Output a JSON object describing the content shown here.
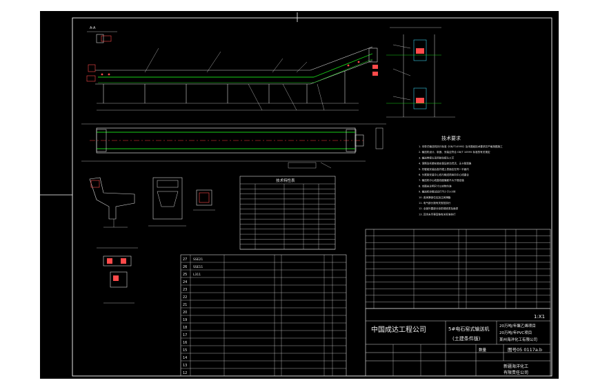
{
  "colors": {
    "background": "#000000",
    "frame": "#ffffff",
    "outer_margin": "#ffffff",
    "lines": "#d8d8d8",
    "centerline": "#ff3b3b",
    "belt": "#19d019",
    "dimension": "#e8e8e8",
    "highlight": "#ff4a4a",
    "yellow": "#f4e04a",
    "cyan": "#39d0e8"
  },
  "technical_requirements": {
    "title": "技术要求",
    "lines": [
      "1. 本带式输送机执行标准《GB/T10595》及本图纸技术要求并严格按图施工",
      "2. 输送机设计、制造、安装应符合 GB/T 10595 标准的有关规定",
      "3. 输送带接头采用硫化接头工艺",
      "4. 滚筒及托辊安装应保证转动灵活，无卡阻现象",
      "5. 托辊组安装后各托辊上表面应在同一平面内",
      "6. 头尾架安装中心线与输送机纵向中心线重合",
      "7. 输送机中心线直线度偏差不大于规定值",
      "8. 本图未注明尺寸以实物为准",
      "9. 输送机空载试运行不少于2小时",
      "10. 各润滑部位应加注润滑脂",
      "11. 电气部分按有关规范执行",
      "12. 全部外露部分涂防锈底漆及面漆",
      "13. 其余未尽事宜按有关标准执行"
    ]
  },
  "param_table": {
    "title": "技术特性表"
  },
  "parts_list": {
    "rows": [
      {
        "no": "27",
        "code": "SSE21"
      },
      {
        "no": "26",
        "code": "SSE11"
      },
      {
        "no": "25",
        "code": "L311"
      },
      {
        "no": "24",
        "code": ""
      },
      {
        "no": "23",
        "code": ""
      },
      {
        "no": "22",
        "code": ""
      },
      {
        "no": "21",
        "code": ""
      },
      {
        "no": "20",
        "code": ""
      },
      {
        "no": "19",
        "code": ""
      },
      {
        "no": "18",
        "code": ""
      },
      {
        "no": "17",
        "code": ""
      },
      {
        "no": "16",
        "code": ""
      },
      {
        "no": "15",
        "code": ""
      },
      {
        "no": "14",
        "code": ""
      },
      {
        "no": "13",
        "code": ""
      },
      {
        "no": "12",
        "code": ""
      }
    ]
  },
  "title_block": {
    "company": "中国成达工程公司",
    "drawing_title_1": "5#电石窑式输送机",
    "drawing_title_2": "(土建条件版)",
    "project_1": "20万吨/年聚乙烯项目",
    "project_2": "20万吨/年PVC项目",
    "client": "某州海洋化工有限公司",
    "drawing_no": "图号05 0117a.b",
    "scale": "1:X1",
    "sheet": "数量",
    "client_2": "新疆海洋化工",
    "client_3": "有限责任公司"
  }
}
